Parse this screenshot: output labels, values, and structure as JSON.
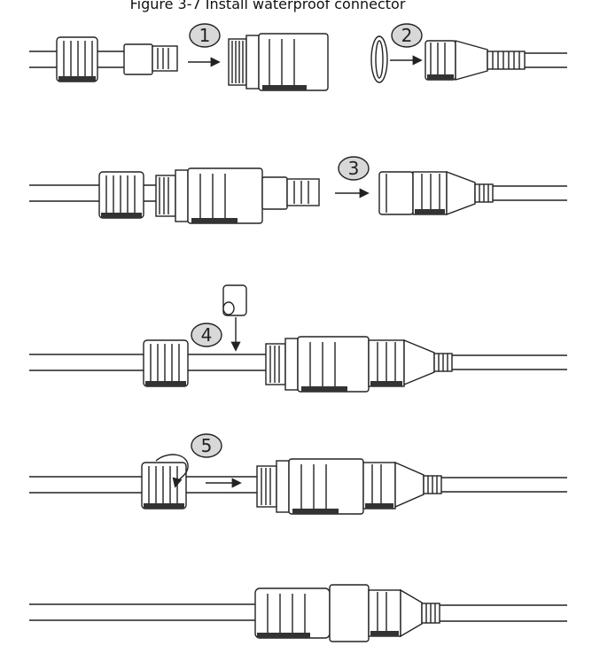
{
  "title": "Figure 3-7 Install waterproof connector",
  "steps": [
    {
      "number": "1"
    },
    {
      "number": "2"
    },
    {
      "number": "3"
    },
    {
      "number": "4"
    },
    {
      "number": "5"
    }
  ],
  "colors": {
    "line": "#222222",
    "badge_fill": "#d8d8d8",
    "background": "#ffffff"
  }
}
